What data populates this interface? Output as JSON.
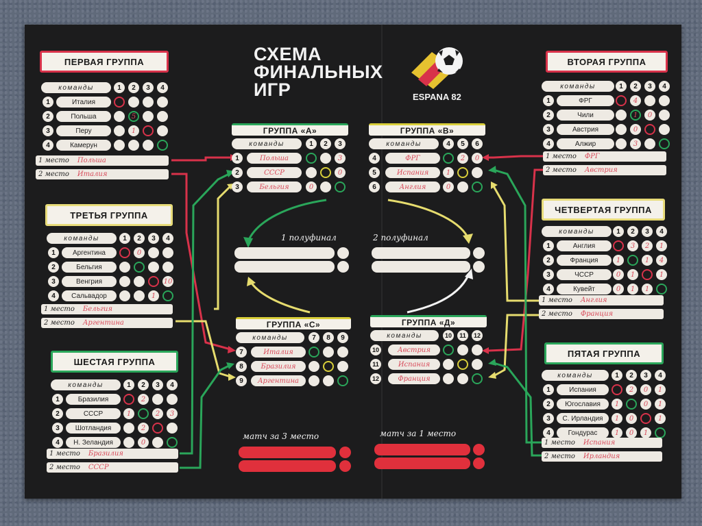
{
  "title": [
    "СХЕМА",
    "ФИНАЛЬНЫХ",
    "ИГР"
  ],
  "logo_text": "ESPANA 82",
  "teams_label": "команды",
  "place1_label": "1 место",
  "place2_label": "2 место",
  "groups": {
    "g1": {
      "name": "ПЕРВАЯ ГРУППА",
      "cols": [
        "1",
        "2",
        "3",
        "4"
      ],
      "teams": [
        "Италия",
        "Польша",
        "Перу",
        "Камерун"
      ],
      "place1": "Польша",
      "place2": "Италия",
      "scores": [
        [
          "",
          "",
          ""
        ],
        [
          "",
          "5",
          ""
        ],
        [
          "",
          "1",
          ""
        ],
        [
          "",
          "",
          ""
        ]
      ]
    },
    "g2": {
      "name": "ВТОРАЯ ГРУППА",
      "cols": [
        "1",
        "2",
        "3",
        "4"
      ],
      "teams": [
        "ФРГ",
        "Чили",
        "Австрия",
        "Алжир"
      ],
      "place1": "ФРГ",
      "place2": "Австрия",
      "scores": [
        [
          "",
          "4",
          ""
        ],
        [
          "",
          "1",
          "0"
        ],
        [
          "",
          "0",
          ""
        ],
        [
          "",
          "3",
          ""
        ]
      ]
    },
    "g3": {
      "name": "ТРЕТЬЯ ГРУППА",
      "cols": [
        "1",
        "2",
        "3",
        "4"
      ],
      "teams": [
        "Аргентина",
        "Бельгия",
        "Венгрия",
        "Сальвадор"
      ],
      "place1": "Бельгия",
      "place2": "Аргентина",
      "scores": [
        [
          "",
          "0",
          "",
          ""
        ],
        [
          "",
          "",
          "",
          ""
        ],
        [
          "",
          "",
          "",
          "10"
        ],
        [
          "",
          "",
          "1",
          ""
        ]
      ]
    },
    "g4": {
      "name": "ЧЕТВЕРТАЯ ГРУППА",
      "cols": [
        "1",
        "2",
        "3",
        "4"
      ],
      "teams": [
        "Англия",
        "Франция",
        "ЧССР",
        "Кувейт"
      ],
      "place1": "Англия",
      "place2": "Франция",
      "scores": [
        [
          "",
          "3",
          "2",
          "1"
        ],
        [
          "1",
          "",
          "1",
          "4"
        ],
        [
          "0",
          "1",
          "",
          "1"
        ],
        [
          "0",
          "1",
          "1",
          ""
        ]
      ]
    },
    "g5": {
      "name": "ПЯТАЯ ГРУППА",
      "cols": [
        "1",
        "2",
        "3",
        "4"
      ],
      "teams": [
        "Испания",
        "Югославия",
        "С. Ирландия",
        "Гондурас"
      ],
      "place1": "Испания",
      "place2": "Ирландия",
      "scores": [
        [
          "",
          "2",
          "0",
          "1"
        ],
        [
          "1",
          "",
          "0",
          "1"
        ],
        [
          "1",
          "0",
          "",
          "1"
        ],
        [
          "1",
          "0",
          "1",
          ""
        ]
      ]
    },
    "g6": {
      "name": "ШЕСТАЯ ГРУППА",
      "cols": [
        "1",
        "2",
        "3",
        "4"
      ],
      "teams": [
        "Бразилия",
        "СССР",
        "Шотландия",
        "Н. Зеландия"
      ],
      "place1": "Бразилия",
      "place2": "СССР",
      "scores": [
        [
          "",
          "2",
          "",
          ""
        ],
        [
          "1",
          "",
          "2",
          "3"
        ],
        [
          "",
          "2",
          "",
          ""
        ],
        [
          "",
          "0",
          "",
          ""
        ]
      ]
    }
  },
  "semis": {
    "A": {
      "name": "ГРУППА «А»",
      "nums": [
        "1",
        "2",
        "3"
      ],
      "cols": [
        "1",
        "2",
        "3"
      ],
      "teams": [
        "Польша",
        "СССР",
        "Бельгия"
      ],
      "scores": [
        [
          "",
          "3"
        ],
        [
          "",
          "0"
        ],
        [
          "0",
          ""
        ]
      ]
    },
    "B": {
      "name": "ГРУППА «В»",
      "nums": [
        "4",
        "5",
        "6"
      ],
      "cols": [
        "4",
        "5",
        "6"
      ],
      "teams": [
        "ФРГ",
        "Испания",
        "Англия"
      ],
      "scores": [
        [
          "2",
          "0"
        ],
        [
          "1",
          ""
        ],
        [
          "0",
          ""
        ]
      ]
    },
    "C": {
      "name": "ГРУППА «С»",
      "nums": [
        "7",
        "8",
        "9"
      ],
      "cols": [
        "7",
        "8",
        "9"
      ],
      "teams": [
        "Италия",
        "Бразилия",
        "Аргентина"
      ],
      "scores": [
        [
          "",
          ""
        ],
        [
          "",
          ""
        ],
        [
          "",
          ""
        ]
      ]
    },
    "D": {
      "name": "ГРУППА «Д»",
      "nums": [
        "10",
        "11",
        "12"
      ],
      "cols": [
        "10",
        "11",
        "12"
      ],
      "teams": [
        "Австрия",
        "Испания",
        "Франция"
      ],
      "scores": [
        [
          "",
          ""
        ],
        [
          "",
          ""
        ],
        [
          "",
          ""
        ]
      ]
    }
  },
  "semifinal1": "1 полуфинал",
  "semifinal2": "2 полуфинал",
  "third_place": "матч за 3 место",
  "final": "матч за 1 место"
}
